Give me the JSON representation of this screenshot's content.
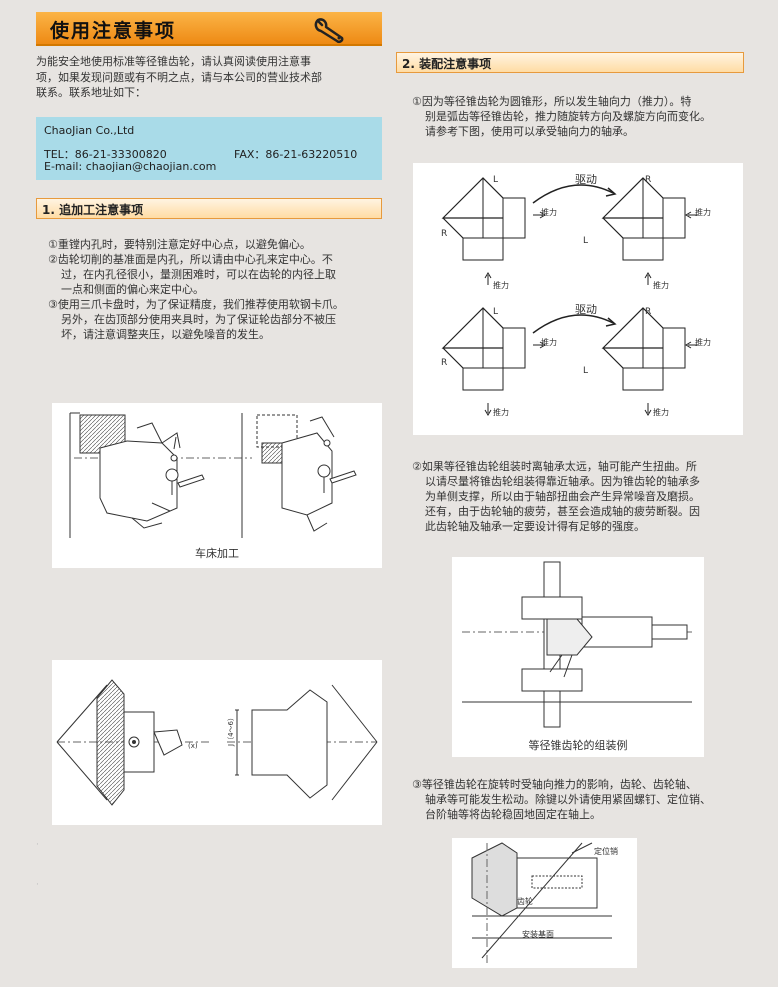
{
  "header": {
    "title": "使用注意事项",
    "wrench_icon": "wrench-icon"
  },
  "intro": {
    "lines": [
      "为能安全地使用标准等径锥齿轮，请认真阅读使用注意事",
      "项，如果发现问题或有不明之点，请与本公司的营业技术部",
      "联系。联系地址如下："
    ]
  },
  "contact": {
    "company": "ChaoJian Co.,Ltd",
    "tel": "TEL：86-21-33300820",
    "fax": "FAX：86-21-63220510",
    "email": "E-mail: chaojian@chaojian.com"
  },
  "section1": {
    "title": "1. 追加工注意事项",
    "items": [
      [
        "①重镗内孔时，要特别注意定好中心点，以避免偏心。"
      ],
      [
        "②齿轮切削的基准面是内孔，所以请由中心孔来定中心。不",
        "过，在内孔径很小，量测困难时，可以在齿轮的内径上取",
        "一点和侧面的偏心来定中心。"
      ],
      [
        "③使用三爪卡盘时，为了保证精度，我们推荐使用软钢卡爪。",
        "另外，在齿顶部分使用夹具时，为了保证轮齿部分不被压",
        "坏，请注意调整夹压，以避免噪音的发生。"
      ]
    ],
    "fig1_caption": "车床加工",
    "fig2_labels": {
      "x": "(x)",
      "j": "J",
      "range": "J（4～6）"
    }
  },
  "section2": {
    "title": "2. 装配注意事项",
    "item1": [
      "①因为等径锥齿轮为圆锥形，所以发生轴向力（推力）。特",
      "别是弧齿等径锥齿轮，推力随旋转方向及螺旋方向而变化。",
      "请参考下图，使用可以承受轴向力的轴承。"
    ],
    "thrust_fig": {
      "drive": "驱动",
      "L": "L",
      "R": "R",
      "thrust": "推力"
    },
    "item2": [
      "②如果等径锥齿轮组装时离轴承太远，轴可能产生扭曲。所",
      "以请尽量将锥齿轮组装得靠近轴承。因为锥齿轮的轴承多",
      "为单侧支撑，所以由于轴部扭曲会产生异常噪音及磨损。",
      "还有，由于齿轮轴的疲劳，甚至会造成轴的疲劳断裂。因",
      "此齿轮轴及轴承一定要设计得有足够的强度。"
    ],
    "assembly_caption": "等径锥齿轮的组装例",
    "item3": [
      "③等径锥齿轮在旋转时受轴向推力的影响，齿轮、齿轮轴、",
      "轴承等可能发生松动。除键以外请使用紧固螺钉、定位销、",
      "台阶轴等将齿轮稳固地固定在轴上。"
    ],
    "pin_fig": {
      "pin": "定位销",
      "gear": "齿轮",
      "base": "安装基面"
    }
  }
}
